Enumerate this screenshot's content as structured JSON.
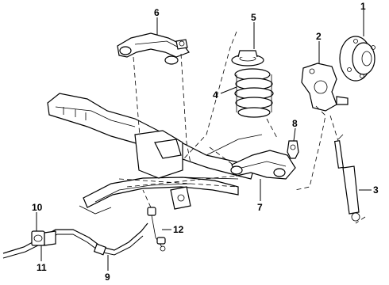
{
  "callouts": {
    "c1": "1",
    "c2": "2",
    "c3": "3",
    "c4": "4",
    "c5": "5",
    "c6": "6",
    "c7": "7",
    "c8": "8",
    "c9": "9",
    "c10": "10",
    "c11": "11",
    "c12": "12"
  },
  "parts": {
    "1": "hub-bearing",
    "2": "steering-knuckle",
    "3": "shock-absorber",
    "4": "coil-spring",
    "5": "spring-insulator",
    "6": "upper-control-arm",
    "7": "lower-control-arm",
    "8": "ball-joint",
    "9": "stabilizer-bar",
    "10": "bushing",
    "11": "bushing-bracket",
    "12": "stabilizer-link"
  }
}
